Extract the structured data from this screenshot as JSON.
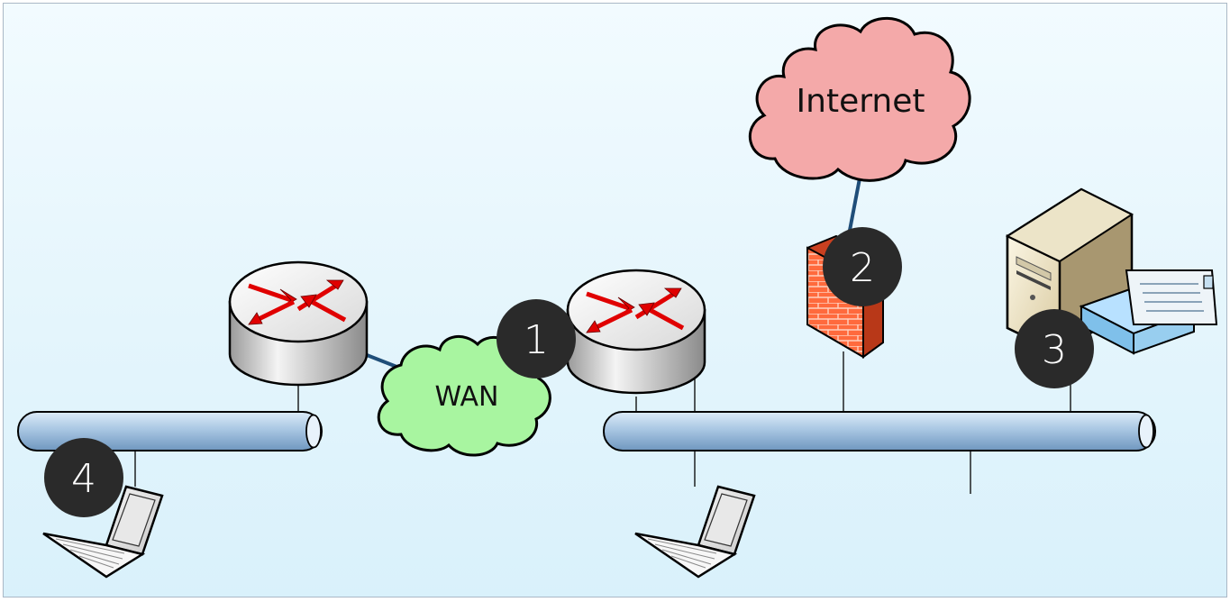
{
  "clouds": {
    "internet": {
      "label": "Internet",
      "color": "#f4a9a9"
    },
    "wan": {
      "label": "WAN",
      "color": "#a8f5a0"
    }
  },
  "badges": [
    "1",
    "2",
    "3",
    "4"
  ],
  "colors": {
    "background": "#e4f5fc",
    "backbone": "#a9c7e3",
    "link": "#1f4e79",
    "router_arrow": "#e00000",
    "firewall": "#ff6a3d",
    "badge": "#2a2a2a"
  },
  "icons": [
    "router-icon",
    "firewall-icon",
    "server-icon",
    "mail-tray-icon",
    "laptop-icon",
    "cloud-icon"
  ]
}
